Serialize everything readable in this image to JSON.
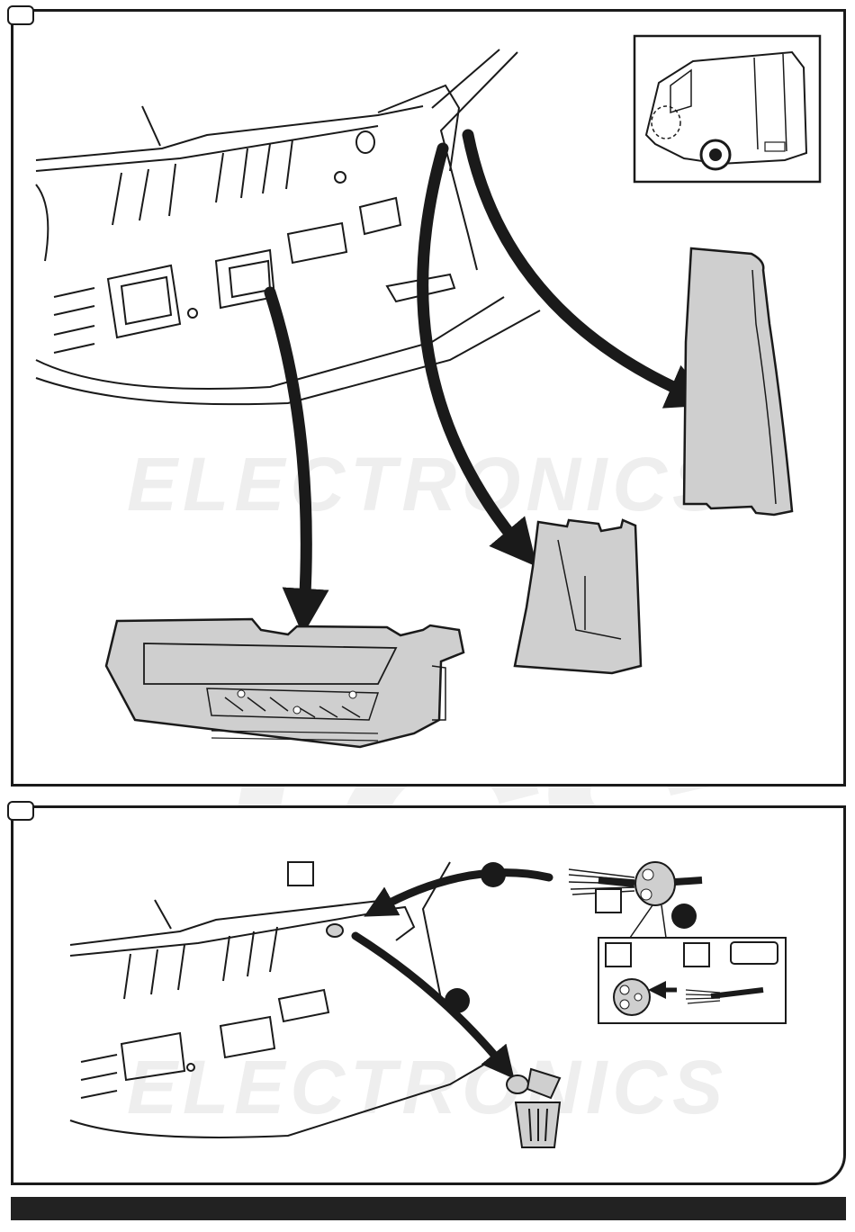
{
  "watermark": {
    "logo_letters": "TCS",
    "text": "ELECTRONICS"
  },
  "colors": {
    "outline": "#1a1a1a",
    "part_fill": "#cfcfcf",
    "arrow": "#1a1a1a",
    "watermark": "#eeeeee"
  },
  "steps": [
    {
      "id": "step-1"
    },
    {
      "id": "step-2"
    }
  ],
  "icons": [
    "van-inset-icon",
    "trash-bin-icon",
    "grommet-icon",
    "wire-harness-icon"
  ]
}
